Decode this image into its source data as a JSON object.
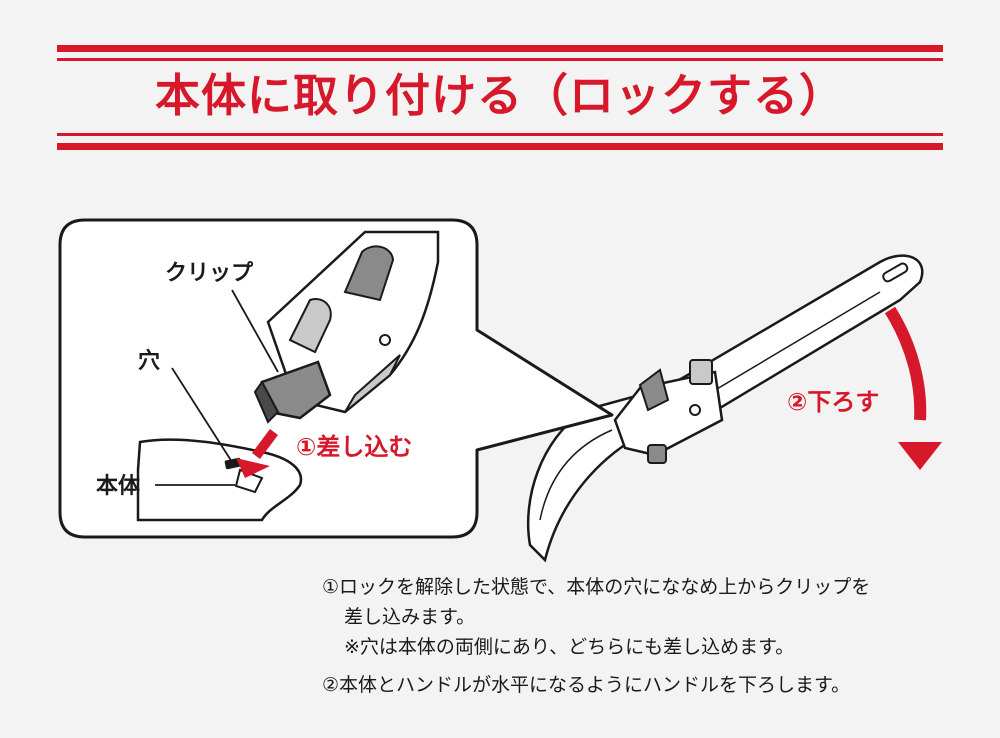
{
  "title": "本体に取り付ける（ロックする）",
  "labels": {
    "clip": "クリップ",
    "hole": "穴",
    "body": "本体",
    "step1": "①差し込む",
    "step2": "②下ろす"
  },
  "instructions": {
    "step1_line1": "①ロックを解除した状態で、本体の穴にななめ上からクリップを",
    "step1_line2": "差し込みます。",
    "step1_note": "※穴は本体の両側にあり、どちらにも差し込めます。",
    "step2": "②本体とハンドルが水平になるようにハンドルを下ろします。"
  },
  "colors": {
    "accent": "#d7182a",
    "line": "#1a1a1a",
    "fill_light": "#ffffff",
    "fill_gray": "#c9c9c9",
    "fill_dark": "#8a8a8a",
    "background": "#f3f3f3"
  }
}
